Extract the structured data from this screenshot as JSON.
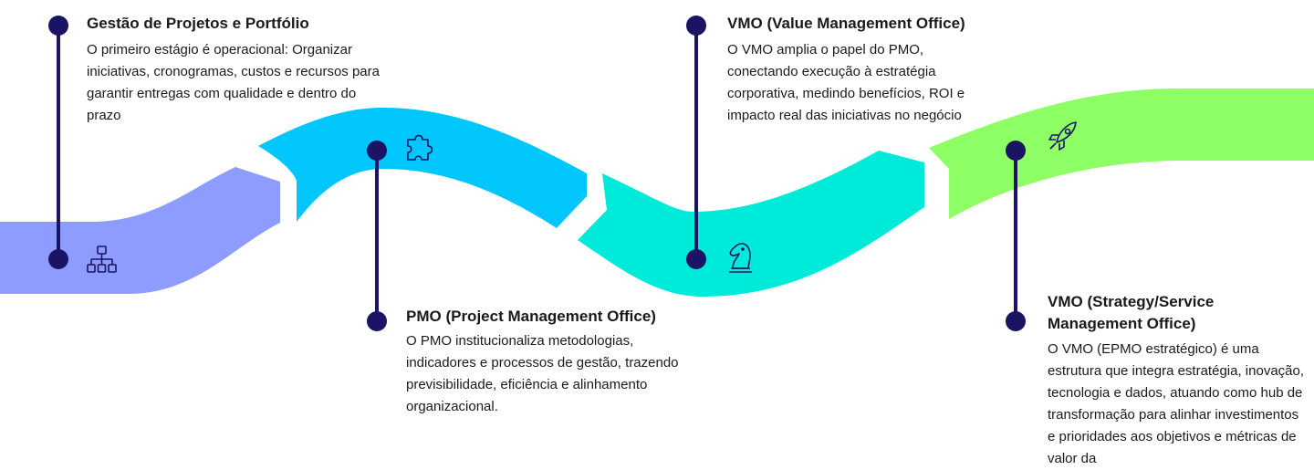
{
  "stages": [
    {
      "title": "Gestão de Projetos e Portfólio",
      "description": "O primeiro estágio é operacional: Organizar iniciativas, cronogramas, custos e recursos para garantir entregas com qualidade e dentro do prazo",
      "icon": "org-chart-icon",
      "color": "#8f9cff"
    },
    {
      "title": "PMO (Project Management Office)",
      "description": "O PMO institucionaliza metodologias, indicadores e processos de gestão, trazendo previsibilidade, eficiência e alinhamento organizacional.",
      "icon": "puzzle-icon",
      "color": "#00c6fb"
    },
    {
      "title": "VMO (Value Management Office)",
      "description": "O VMO amplia o papel do PMO, conectando execução à estratégia corporativa, medindo benefícios, ROI e impacto real das iniciativas no negócio",
      "icon": "chess-knight-icon",
      "color": "#00ead9"
    },
    {
      "title": "VMO (Strategy/Service Management Office)",
      "description": " O VMO (EPMO estratégico) é uma estrutura que integra estratégia, inovação, tecnologia e dados, atuando como hub de transformação para alinhar investimentos e prioridades aos objetivos e métricas de valor da",
      "icon": "rocket-icon",
      "color": "#8fff66"
    }
  ],
  "colors": {
    "marker": "#1b1464",
    "icon_stroke": "#1b1464"
  }
}
